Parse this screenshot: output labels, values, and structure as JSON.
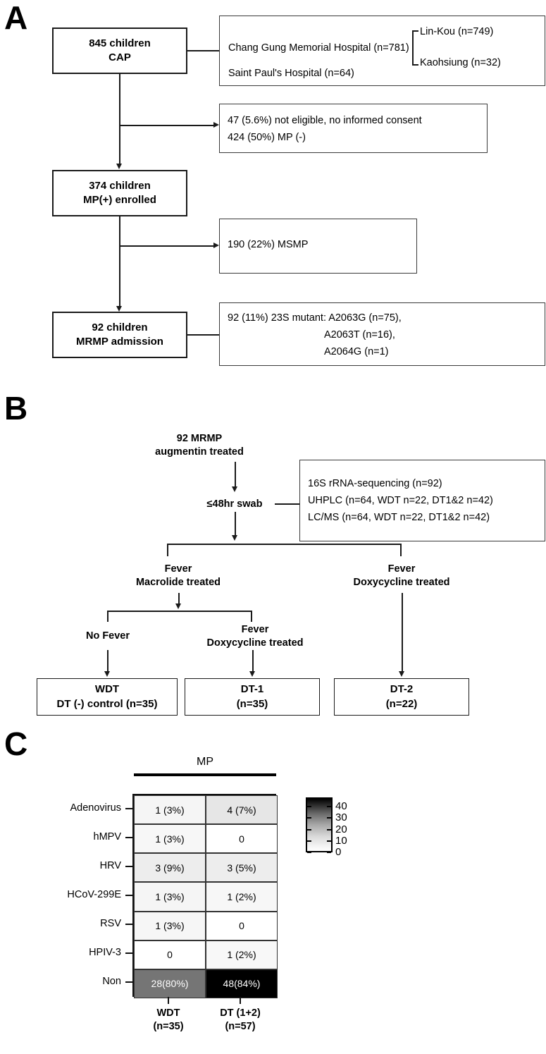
{
  "figure": {
    "panels": [
      "A",
      "B",
      "C"
    ]
  },
  "panelA": {
    "letter": "A",
    "boxes": [
      {
        "id": "cap",
        "lines": [
          "845 children",
          "CAP"
        ]
      },
      {
        "id": "enrolled",
        "lines": [
          "374 children",
          "MP(+) enrolled"
        ]
      },
      {
        "id": "mrmp",
        "lines": [
          "92 children",
          "MRMP admission"
        ]
      }
    ],
    "sites_box": {
      "line1": "Chang Gung Memorial Hospital (n=781)",
      "line2": "Saint Paul's Hospital (n=64)",
      "branch1": "Lin-Kou (n=749)",
      "branch2": "Kaohsiung (n=32)"
    },
    "exclusion_box": {
      "line1": "47 (5.6%) not eligible, no informed consent",
      "line2": "424 (50%) MP (-)"
    },
    "mssp_box": {
      "line1": "190 (22%) MSMP"
    },
    "mutant_box": {
      "line1": "92 (11%) 23S mutant: A2063G (n=75),",
      "line2": "A2063T (n=16),",
      "line3": "A2064G (n=1)"
    }
  },
  "panelB": {
    "letter": "B",
    "top_label": {
      "line1": "92 MRMP",
      "line2": "augmentin treated"
    },
    "swab_label": "≤48hr swab",
    "assay_box": {
      "line1": "16S rRNA-sequencing (n=92)",
      "line2": "UHPLC (n=64, WDT n=22, DT1&2 n=42)",
      "line3": "LC/MS  (n=64, WDT n=22, DT1&2 n=42)"
    },
    "branch_left": {
      "line1": "Fever",
      "line2": "Macrolide treated"
    },
    "branch_right": {
      "line1": "Fever",
      "line2": "Doxycycline treated"
    },
    "sub_left": {
      "line1": "No Fever",
      "line2": ""
    },
    "sub_right": {
      "line1": "Fever",
      "line2": "Doxycycline treated"
    },
    "outcome_boxes": [
      {
        "id": "wdt",
        "line1": "WDT",
        "line2": "DT (-) control (n=35)"
      },
      {
        "id": "dt1",
        "line1": "DT-1",
        "line2": "(n=35)"
      },
      {
        "id": "dt2",
        "line1": "DT-2",
        "line2": "(n=22)"
      }
    ]
  },
  "panelC": {
    "letter": "C",
    "group_header": "MP"
  },
  "chart_data": {
    "type": "heatmap",
    "title": "MP",
    "xlabel": "",
    "ylabel": "",
    "columns": [
      {
        "label": "WDT",
        "sublabel": "(n=35)"
      },
      {
        "label": "DT (1+2)",
        "sublabel": "(n=57)"
      }
    ],
    "rows": [
      "Adenovirus",
      "hMPV",
      "HRV",
      "HCoV-299E",
      "RSV",
      "HPIV-3",
      "Non"
    ],
    "values": [
      [
        1,
        4
      ],
      [
        1,
        0
      ],
      [
        3,
        3
      ],
      [
        1,
        1
      ],
      [
        1,
        0
      ],
      [
        0,
        1
      ],
      [
        28,
        48
      ]
    ],
    "cell_text": [
      [
        "1 (3%)",
        "4 (7%)"
      ],
      [
        "1 (3%)",
        "0"
      ],
      [
        "3 (9%)",
        "3 (5%)"
      ],
      [
        "1 (3%)",
        "1 (2%)"
      ],
      [
        "1 (3%)",
        "0"
      ],
      [
        "0",
        "1 (2%)"
      ],
      [
        "28(80%)",
        "48(84%)"
      ]
    ],
    "cell_fill": [
      [
        "#f5f5f5",
        "#e6e6e6"
      ],
      [
        "#f7f7f7",
        "#ffffff"
      ],
      [
        "#ededed",
        "#ededed"
      ],
      [
        "#f5f5f5",
        "#f7f7f7"
      ],
      [
        "#f6f6f6",
        "#ffffff"
      ],
      [
        "#ffffff",
        "#f8f8f8"
      ],
      [
        "#757575",
        "#000000"
      ]
    ],
    "cell_text_color": [
      [
        "#000000",
        "#000000"
      ],
      [
        "#000000",
        "#000000"
      ],
      [
        "#000000",
        "#000000"
      ],
      [
        "#000000",
        "#000000"
      ],
      [
        "#000000",
        "#000000"
      ],
      [
        "#000000",
        "#000000"
      ],
      [
        "#ffffff",
        "#ffffff"
      ]
    ],
    "colorbar": {
      "ticks": [
        0,
        10,
        20,
        30,
        40
      ],
      "min": 0,
      "max": 48,
      "low_color": "#ffffff",
      "high_color": "#000000"
    },
    "grid": true,
    "legend": "colorbar-right"
  }
}
